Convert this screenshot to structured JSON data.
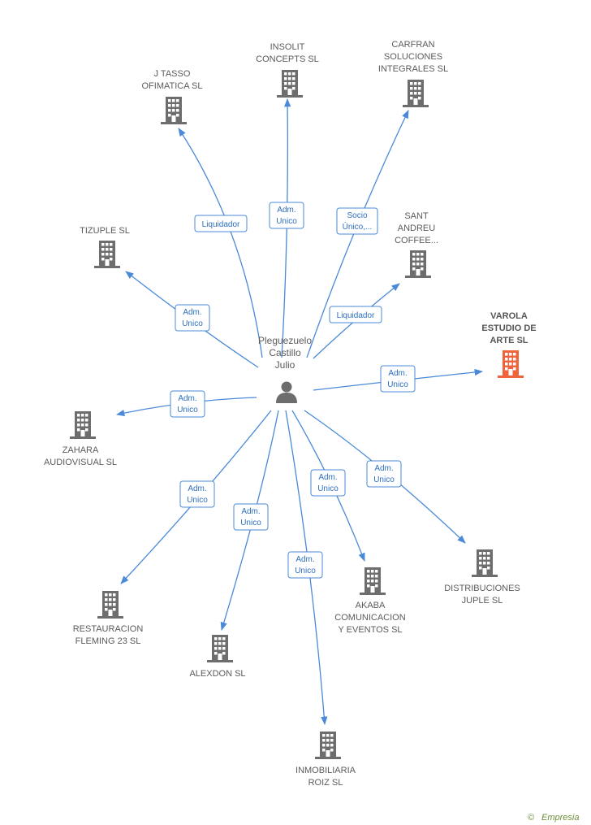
{
  "center": {
    "name_lines": [
      "Pleguezuelo",
      "Castillo",
      "Julio"
    ],
    "icon": "person-icon"
  },
  "colors": {
    "edge": "#4a8ad8",
    "building": "#6d6d6d",
    "highlight_building": "#f0643c"
  },
  "companies": [
    {
      "id": "j-tasso",
      "label_lines": [
        "J TASSO",
        "OFIMATICA SL"
      ],
      "role": [
        "Liquidador"
      ],
      "highlight": false
    },
    {
      "id": "insolit",
      "label_lines": [
        "INSOLIT",
        "CONCEPTS SL"
      ],
      "role": [
        "Adm.",
        "Unico"
      ],
      "highlight": false
    },
    {
      "id": "carfran",
      "label_lines": [
        "CARFRAN",
        "SOLUCIONES",
        "INTEGRALES SL"
      ],
      "role": [
        "Socio",
        "Único,..."
      ],
      "highlight": false
    },
    {
      "id": "tizuple",
      "label_lines": [
        "TIZUPLE SL"
      ],
      "role": [
        "Adm.",
        "Unico"
      ],
      "highlight": false
    },
    {
      "id": "sant-andreu",
      "label_lines": [
        "SANT",
        "ANDREU",
        "COFFEE..."
      ],
      "role": [
        "Liquidador"
      ],
      "highlight": false
    },
    {
      "id": "varola",
      "label_lines": [
        "VAROLA",
        "ESTUDIO DE",
        "ARTE SL"
      ],
      "role": [
        "Adm.",
        "Unico"
      ],
      "highlight": true
    },
    {
      "id": "zahara",
      "label_lines": [
        "ZAHARA",
        "AUDIOVISUAL SL"
      ],
      "role": [
        "Adm.",
        "Unico"
      ],
      "highlight": false
    },
    {
      "id": "restauracion",
      "label_lines": [
        "RESTAURACION",
        "FLEMING 23 SL"
      ],
      "role": [
        "Adm.",
        "Unico"
      ],
      "highlight": false
    },
    {
      "id": "alexdon",
      "label_lines": [
        "ALEXDON SL"
      ],
      "role": [
        "Adm.",
        "Unico"
      ],
      "highlight": false
    },
    {
      "id": "inmobiliaria",
      "label_lines": [
        "INMOBILIARIA",
        "ROIZ SL"
      ],
      "role": [
        "Adm.",
        "Unico"
      ],
      "highlight": false
    },
    {
      "id": "akaba",
      "label_lines": [
        "AKABA",
        "COMUNICACION",
        "Y EVENTOS SL"
      ],
      "role": [
        "Adm.",
        "Unico"
      ],
      "highlight": false
    },
    {
      "id": "distribuciones",
      "label_lines": [
        "DISTRIBUCIONES",
        "JUPLE SL"
      ],
      "role": [
        "Adm.",
        "Unico"
      ],
      "highlight": false
    }
  ],
  "watermark": {
    "copyright": "©",
    "brand": "Empresia"
  }
}
